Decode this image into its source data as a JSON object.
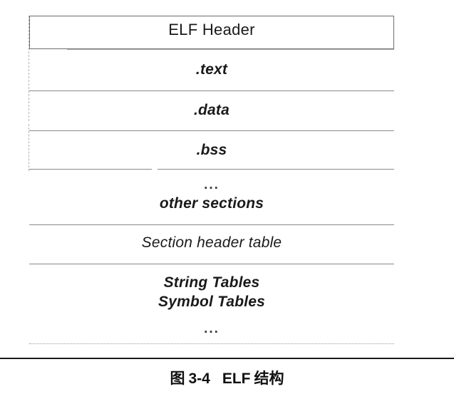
{
  "figure": {
    "type": "block-diagram",
    "title": "ELF file structure",
    "header_box": {
      "label": "ELF Header"
    },
    "sections": [
      {
        "label": ".text",
        "style": "bold-italic"
      },
      {
        "label": ".data",
        "style": "bold-italic"
      },
      {
        "label": ".bss",
        "style": "bold-italic"
      },
      {
        "label": "...",
        "style": "ellipsis"
      },
      {
        "label": "other sections",
        "style": "bold-italic"
      },
      {
        "label": "Section header table",
        "style": "italic"
      },
      {
        "label": "String Tables",
        "style": "bold-italic"
      },
      {
        "label": "Symbol Tables",
        "style": "bold-italic"
      },
      {
        "label": "...",
        "style": "ellipsis"
      }
    ],
    "ellipsis_glyph": "..."
  },
  "caption": {
    "figure_word": "图",
    "number": "3-4",
    "subject": "ELF",
    "noun": "结构",
    "full_text": "图 3-4  ELF 结构"
  },
  "colors": {
    "ink": "#1a1a1a",
    "rule": "#8a8a8a",
    "rule_faint": "#aeaeae",
    "box_border": "#6e6e6e",
    "page_rule": "#1a1a1a",
    "background": "#ffffff"
  }
}
